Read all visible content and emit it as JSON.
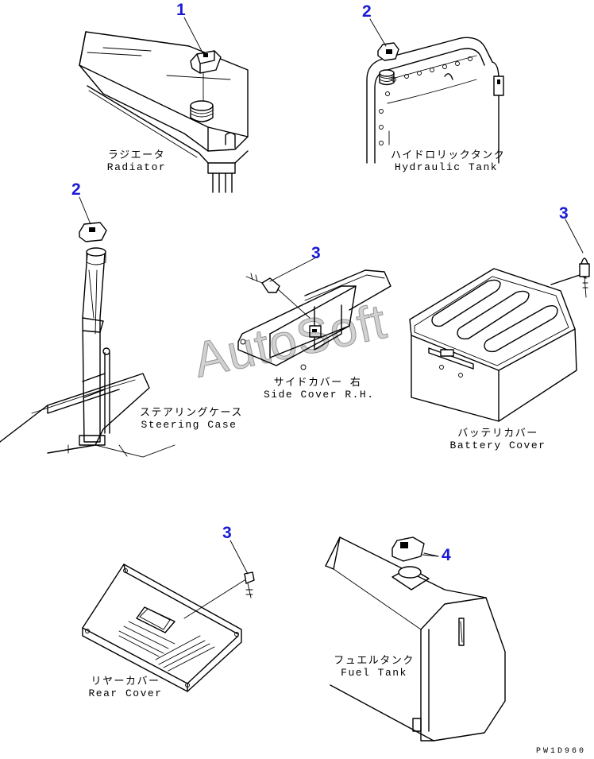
{
  "callouts": {
    "radiator_cap": "1",
    "hydraulic_cap": "2",
    "steering_cap": "2",
    "side_cover_lock": "3",
    "battery_lock": "3",
    "rear_cover_lock": "3",
    "fuel_cap": "4"
  },
  "labels": {
    "radiator": {
      "jp": "ラジエータ",
      "en": "Radiator"
    },
    "hydraulic_tank": {
      "jp": "ハイドロリックタンク",
      "en": "Hydraulic Tank"
    },
    "steering_case": {
      "jp": "ステアリングケース",
      "en": "Steering Case"
    },
    "side_cover": {
      "jp": "サイドカバー 右",
      "en": "Side Cover R.H."
    },
    "battery_cover": {
      "jp": "バッテリカバー",
      "en": "Battery Cover"
    },
    "rear_cover": {
      "jp": "リヤーカバー",
      "en": "Rear Cover"
    },
    "fuel_tank": {
      "jp": "フュエルタンク",
      "en": "Fuel Tank"
    }
  },
  "watermark": "AutoSoft",
  "drawing_code": "PW1D960",
  "colors": {
    "callout": "#1a1ad6",
    "line": "#000000",
    "background": "#ffffff"
  }
}
